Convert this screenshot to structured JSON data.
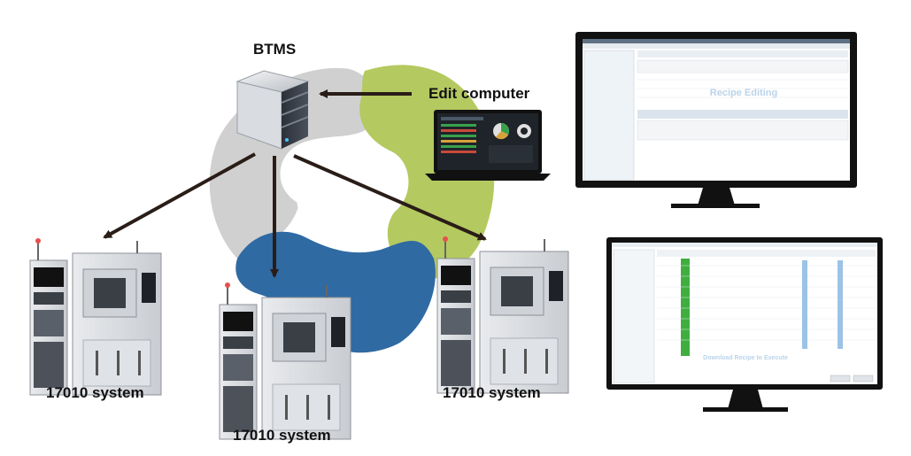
{
  "labels": {
    "server": "BTMS",
    "edit_computer": "Edit computer",
    "system_left": "17010 system",
    "system_center": "17010 system",
    "system_right": "17010 system"
  },
  "monitors": {
    "top_watermark": "Recipe Editing",
    "bottom_watermark": "Download Recipe to Execute"
  },
  "colors": {
    "gray_petal": "#d0d0d0",
    "green_petal": "#b4c960",
    "blue_petal": "#2f6aa3",
    "arrow": "#2a1d17",
    "monitor_frame": "#111111"
  },
  "icons": [
    "server-icon",
    "laptop-icon",
    "chamber-icon",
    "monitor-icon",
    "arrow-icon"
  ]
}
